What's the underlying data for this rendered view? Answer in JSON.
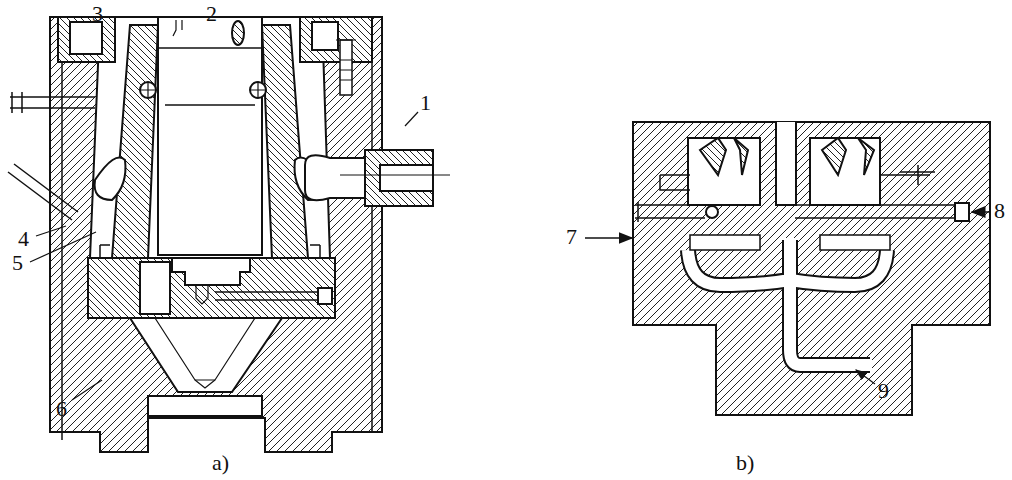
{
  "diagram": {
    "labels": [
      "3",
      "2",
      "1",
      "4",
      "5",
      "6",
      "7",
      "8",
      "9",
      "a)",
      "b)"
    ]
  }
}
